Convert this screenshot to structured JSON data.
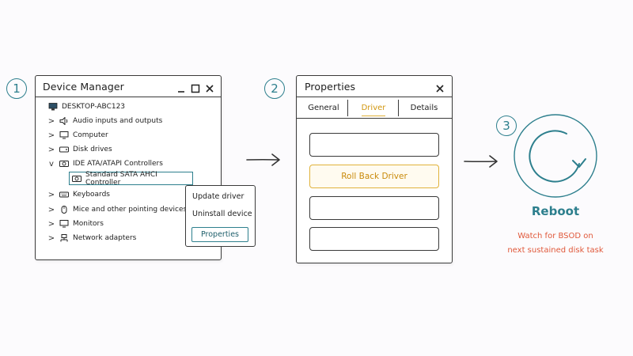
{
  "steps": [
    "1",
    "2",
    "3"
  ],
  "device_manager": {
    "title": "Device Manager",
    "root": "DESKTOP-ABC123",
    "items": [
      {
        "label": "Audio inputs and outputs",
        "icon": "speaker-icon",
        "chevron": ">"
      },
      {
        "label": "Computer",
        "icon": "monitor-icon",
        "chevron": ">"
      },
      {
        "label": "Disk drives",
        "icon": "disk-drive-icon",
        "chevron": ">"
      },
      {
        "label": "IDE ATA/ATAPI Controllers",
        "icon": "controller-icon",
        "chevron": "v"
      },
      {
        "label": "Keyboards",
        "icon": "keyboard-icon",
        "chevron": ">"
      },
      {
        "label": "Mice and other pointing devices",
        "icon": "mouse-icon",
        "chevron": ">"
      },
      {
        "label": "Monitors",
        "icon": "monitor-icon",
        "chevron": ">"
      },
      {
        "label": "Network adapters",
        "icon": "network-icon",
        "chevron": ">"
      }
    ],
    "selected_child": "Standard SATA AHCI Controller",
    "context_menu": {
      "update": "Update driver",
      "uninstall": "Uninstall device",
      "properties": "Properties"
    }
  },
  "properties": {
    "title": "Properties",
    "tabs": [
      "General",
      "Driver",
      "Details"
    ],
    "active_tab": "Driver",
    "rollback_button": "Roll Back Driver"
  },
  "reboot": {
    "label": "Reboot",
    "note_line1": "Watch for BSOD on",
    "note_line2": "next sustained disk task"
  },
  "colors": {
    "accent": "#2d7f8d",
    "highlight": "#e0b23b",
    "warning": "#e0583a"
  }
}
